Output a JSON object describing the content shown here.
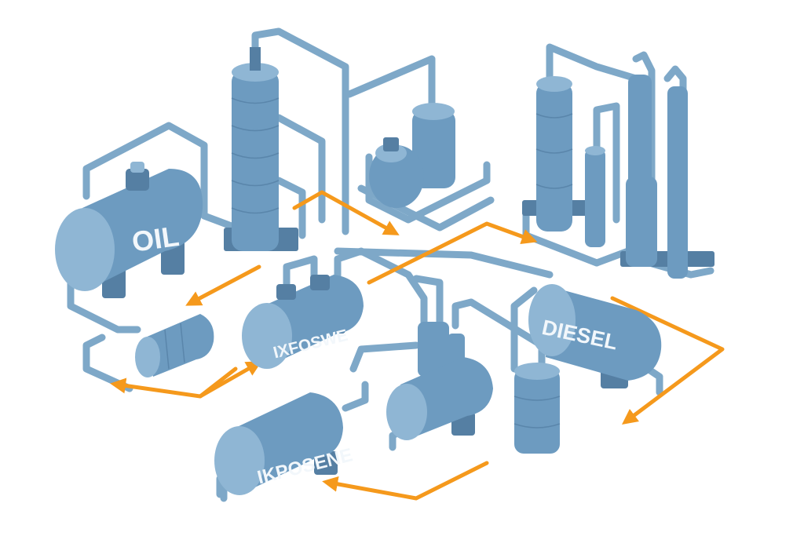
{
  "title": "Oil refinery process illustration",
  "tanks": {
    "oil": "OIL",
    "middle": "IXFOSWE",
    "diesel": "DIESEL",
    "kerosene": "IKPOSENE"
  },
  "colors": {
    "equipment": "#6d9bc0",
    "pipes": "#7ea8c8",
    "flow_arrows": "#f5991c",
    "labels": "#f2f7fb"
  }
}
